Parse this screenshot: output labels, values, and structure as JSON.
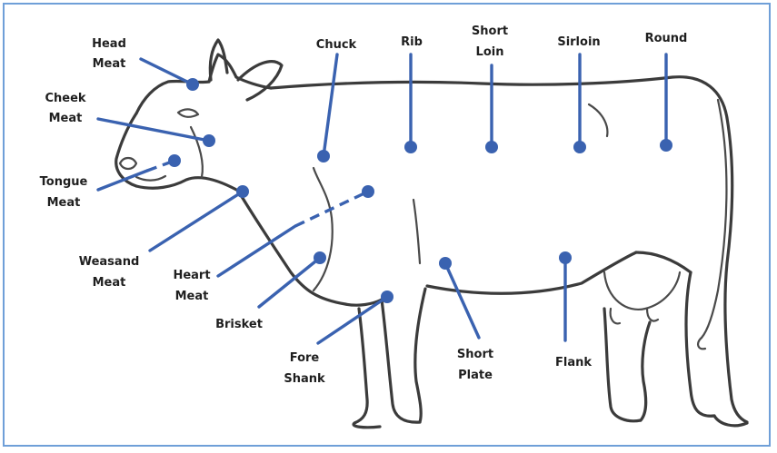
{
  "diagram": {
    "colors": {
      "leader": "#3a62b0",
      "frame": "#6f9fd8",
      "outline": "#3b3b3b"
    },
    "labels": {
      "head_meat": [
        "Head",
        "Meat"
      ],
      "cheek_meat": [
        "Cheek",
        "Meat"
      ],
      "tongue_meat": [
        "Tongue",
        "Meat"
      ],
      "weasand_meat": [
        "Weasand",
        "Meat"
      ],
      "heart_meat": [
        "Heart",
        "Meat"
      ],
      "brisket": [
        "Brisket"
      ],
      "fore_shank": [
        "Fore",
        "Shank"
      ],
      "chuck": [
        "Chuck"
      ],
      "rib": [
        "Rib"
      ],
      "short_loin": [
        "Short",
        "Loin"
      ],
      "sirloin": [
        "Sirloin"
      ],
      "round": [
        "Round"
      ],
      "short_plate": [
        "Short",
        "Plate"
      ],
      "flank": [
        "Flank"
      ]
    }
  }
}
